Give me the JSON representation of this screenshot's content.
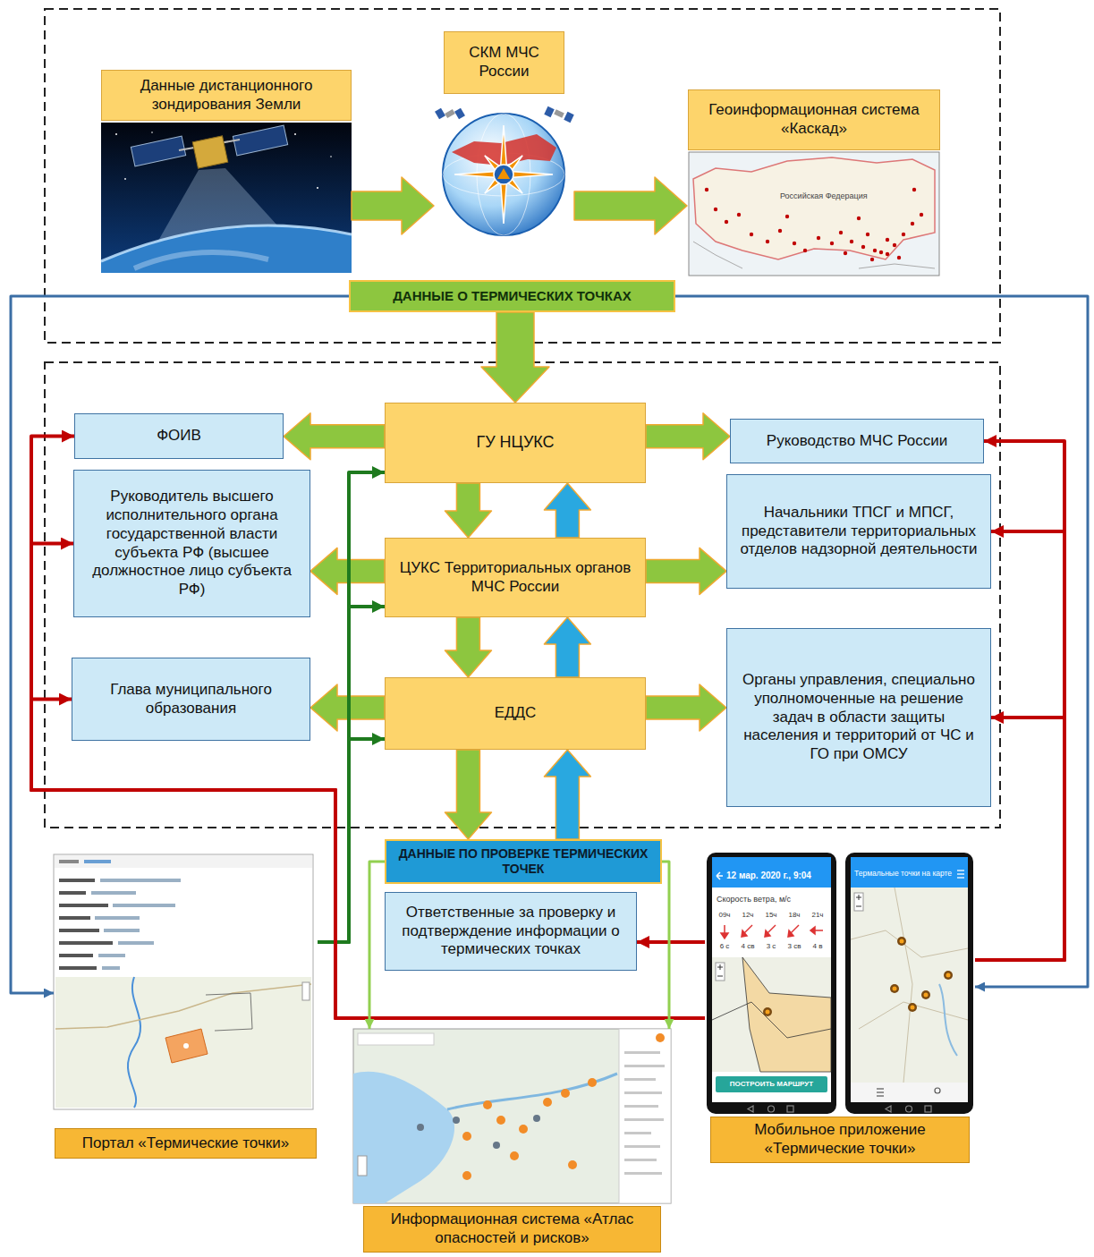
{
  "diagram": {
    "nodes": [
      {
        "text": [
          "СКМ МЧС России"
        ]
      },
      {
        "text": [
          "Данные дистанционного зондирования Земли"
        ]
      },
      {
        "text": [
          "Геоинформационная система «Каскад»"
        ]
      },
      {
        "text": [
          "ДАННЫЕ О ТЕРМИЧЕСКИХ ТОЧКАХ"
        ]
      },
      {
        "text": [
          "ФОИВ"
        ]
      },
      {
        "text": [
          "ГУ НЦУКС"
        ]
      },
      {
        "text": [
          "Руководство МЧС России"
        ]
      },
      {
        "text": [
          "Руководитель высшего исполнительного органа государственной власти субъекта РФ (высшее должностное лицо субъекта РФ)"
        ]
      },
      {
        "text": [
          "ЦУКС Территориальных органов МЧС России"
        ]
      },
      {
        "text": [
          "Начальники ТПСГ и МПСГ, представители территориальных отделов надзорной деятельности"
        ]
      },
      {
        "text": [
          "Глава муниципального образования"
        ]
      },
      {
        "text": [
          "ЕДДС"
        ]
      },
      {
        "text": [
          "Органы управления, специально уполномоченные на решение задач в области защиты населения и территорий от ЧС и ГО при ОМСУ"
        ]
      },
      {
        "text": [
          "ДАННЫЕ ПО ПРОВЕРКЕ ТЕРМИЧЕСКИХ ТОЧЕК"
        ]
      },
      {
        "text": [
          "Ответственные за проверку и подтверждение информации о термических точках"
        ]
      },
      {
        "text": [
          "Портал «Термические точки»"
        ]
      },
      {
        "text": [
          "Мобильное приложение «Термические точки»"
        ]
      },
      {
        "text": [
          "Информационная система «Атлас опасностей и рисков»"
        ]
      }
    ],
    "edges": [
      {
        "from": 1,
        "to": 0,
        "arrow": "to"
      },
      {
        "from": 0,
        "to": 2,
        "arrow": "to"
      },
      {
        "from": 3,
        "to": 5,
        "arrow": "to"
      },
      {
        "from": 5,
        "to": 4,
        "arrow": "to"
      },
      {
        "from": 5,
        "to": 6,
        "arrow": "to"
      },
      {
        "from": 5,
        "to": 8,
        "arrow": "to"
      },
      {
        "from": 8,
        "to": 5,
        "arrow": "to"
      },
      {
        "from": 8,
        "to": 7,
        "arrow": "to"
      },
      {
        "from": 8,
        "to": 9,
        "arrow": "to"
      },
      {
        "from": 8,
        "to": 11,
        "arrow": "to"
      },
      {
        "from": 11,
        "to": 8,
        "arrow": "to"
      },
      {
        "from": 11,
        "to": 10,
        "arrow": "to"
      },
      {
        "from": 11,
        "to": 12,
        "arrow": "to"
      },
      {
        "from": 11,
        "to": 13,
        "arrow": "to"
      },
      {
        "from": 13,
        "to": 11,
        "arrow": "to"
      },
      {
        "from": 3,
        "to": 15,
        "arrow": "to"
      },
      {
        "from": 3,
        "to": 16,
        "arrow": "to"
      },
      {
        "from": 15,
        "to": 5,
        "arrow": "to"
      },
      {
        "from": 15,
        "to": 8,
        "arrow": "to"
      },
      {
        "from": 15,
        "to": 11,
        "arrow": "to"
      },
      {
        "from": 16,
        "to": 14,
        "arrow": "to"
      },
      {
        "from": 16,
        "to": 4,
        "arrow": "to"
      },
      {
        "from": 16,
        "to": 7,
        "arrow": "to"
      },
      {
        "from": 16,
        "to": 10,
        "arrow": "to"
      },
      {
        "from": 16,
        "to": 6,
        "arrow": "to"
      },
      {
        "from": 16,
        "to": 9,
        "arrow": "to"
      },
      {
        "from": 16,
        "to": 12,
        "arrow": "to"
      },
      {
        "from": 13,
        "to": 17,
        "arrow": "to"
      },
      {
        "from": 13,
        "to": 17,
        "arrow": "to"
      }
    ],
    "labels": [
      "Российская Федерация",
      "12 мар. 2020 г., 9:04",
      "Скорость ветра, м/с",
      "09ч",
      "12ч",
      "15ч",
      "18ч",
      "21ч",
      "6 с",
      "4 св",
      "3 с",
      "3 св",
      "4 в",
      "ПОСТРОИТЬ МАРШРУТ",
      "Термальные точки на карте"
    ]
  }
}
